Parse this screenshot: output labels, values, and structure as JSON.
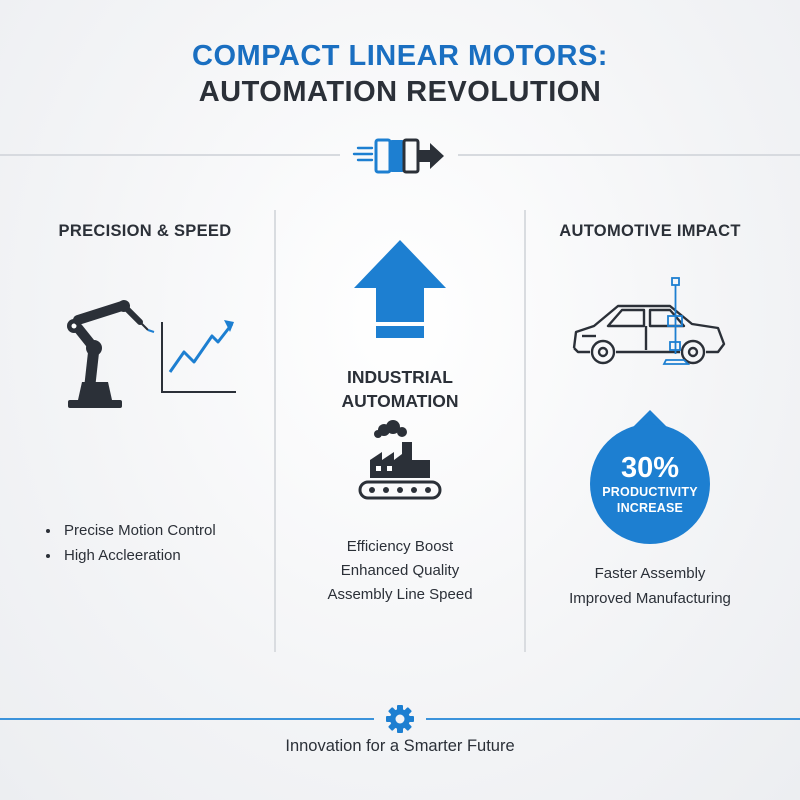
{
  "header": {
    "title_line1": "COMPACT LINEAR MOTORS:",
    "title_line2": "AUTOMATION REVOLUTION",
    "emblem_icon": "linear-motor-icon"
  },
  "columns": {
    "left": {
      "heading": "PRECISION & SPEED",
      "illustration": "robotic-arm-with-rising-chart-icon",
      "bullets": [
        "Precise Motion Control",
        "High Accleeration"
      ]
    },
    "center": {
      "arrow_icon": "up-arrow-icon",
      "heading_line1": "INDUSTRIAL",
      "heading_line2": "AUTOMATION",
      "illustration": "factory-conveyor-icon",
      "items": [
        "Efficiency Boost",
        "Enhanced Quality",
        "Assembly Line Speed"
      ]
    },
    "right": {
      "heading": "AUTOMOTIVE IMPACT",
      "illustration": "car-assembly-icon",
      "badge": {
        "percent": "30%",
        "line1": "PRODUCTIVITY",
        "line2": "INCREASE"
      },
      "items": [
        "Faster Assembly",
        "Improved Manufacturing"
      ]
    }
  },
  "footer": {
    "icon": "gear-icon",
    "tagline": "Innovation for a Smarter Future"
  },
  "colors": {
    "accent_blue": "#1a6fc1",
    "icon_blue": "#1d7fd1",
    "dark": "#2b3038",
    "rule": "#d7dadf"
  }
}
